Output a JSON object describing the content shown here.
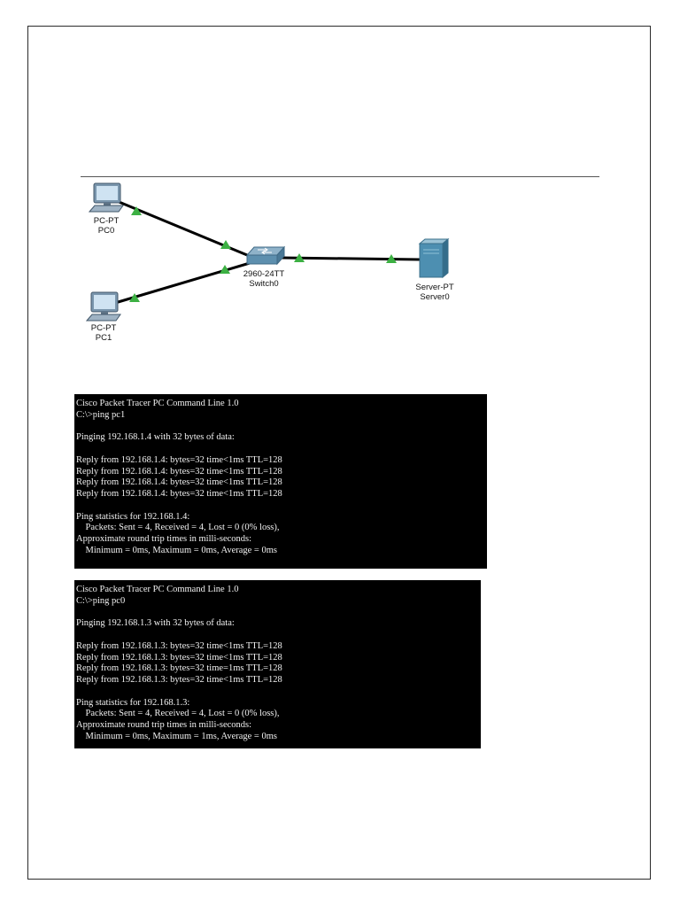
{
  "topology": {
    "devices": [
      {
        "model": "PC-PT",
        "name": "PC0"
      },
      {
        "model": "PC-PT",
        "name": "PC1"
      },
      {
        "model": "2960-24TT",
        "name": "Switch0"
      },
      {
        "model": "Server-PT",
        "name": "Server0"
      }
    ],
    "link_status_color": "#3cb043"
  },
  "terminals": [
    {
      "lines": [
        "Cisco Packet Tracer PC Command Line 1.0",
        "C:\\>ping pc1",
        "",
        "Pinging 192.168.1.4 with 32 bytes of data:",
        "",
        "Reply from 192.168.1.4: bytes=32 time<1ms TTL=128",
        "Reply from 192.168.1.4: bytes=32 time<1ms TTL=128",
        "Reply from 192.168.1.4: bytes=32 time<1ms TTL=128",
        "Reply from 192.168.1.4: bytes=32 time<1ms TTL=128",
        "",
        "Ping statistics for 192.168.1.4:",
        "    Packets: Sent = 4, Received = 4, Lost = 0 (0% loss),",
        "Approximate round trip times in milli-seconds:",
        "    Minimum = 0ms, Maximum = 0ms, Average = 0ms"
      ]
    },
    {
      "lines": [
        "Cisco Packet Tracer PC Command Line 1.0",
        "C:\\>ping pc0",
        "",
        "Pinging 192.168.1.3 with 32 bytes of data:",
        "",
        "Reply from 192.168.1.3: bytes=32 time<1ms TTL=128",
        "Reply from 192.168.1.3: bytes=32 time<1ms TTL=128",
        "Reply from 192.168.1.3: bytes=32 time=1ms TTL=128",
        "Reply from 192.168.1.3: bytes=32 time<1ms TTL=128",
        "",
        "Ping statistics for 192.168.1.3:",
        "    Packets: Sent = 4, Received = 4, Lost = 0 (0% loss),",
        "Approximate round trip times in milli-seconds:",
        "    Minimum = 0ms, Maximum = 1ms, Average = 0ms"
      ]
    }
  ]
}
